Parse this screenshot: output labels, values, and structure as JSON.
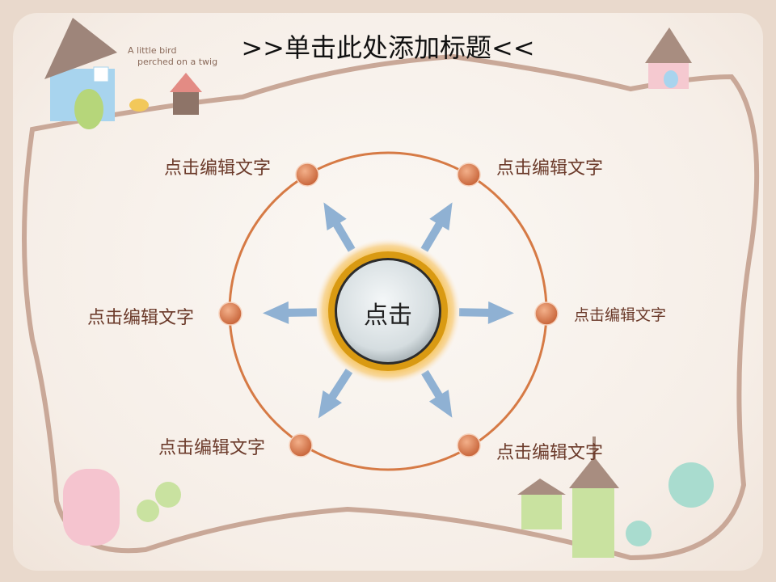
{
  "slide": {
    "title": ">>单击此处添加标题<<",
    "decor_caption_line1": "A little bird",
    "decor_caption_line2": "perched on a twig",
    "center_label": "点击",
    "nodes": [
      {
        "label": "点击编辑文字"
      },
      {
        "label": "点击编辑文字"
      },
      {
        "label": "点击编辑文字"
      },
      {
        "label": "点击编辑文字"
      },
      {
        "label": "点击编辑文字"
      },
      {
        "label": "点击编辑文字"
      }
    ]
  },
  "colors": {
    "ring": "#d67a45",
    "arrow": "#8fb1d3",
    "node": "#d8794a",
    "gold": "#e8a418",
    "text": "#6b3a2a"
  }
}
